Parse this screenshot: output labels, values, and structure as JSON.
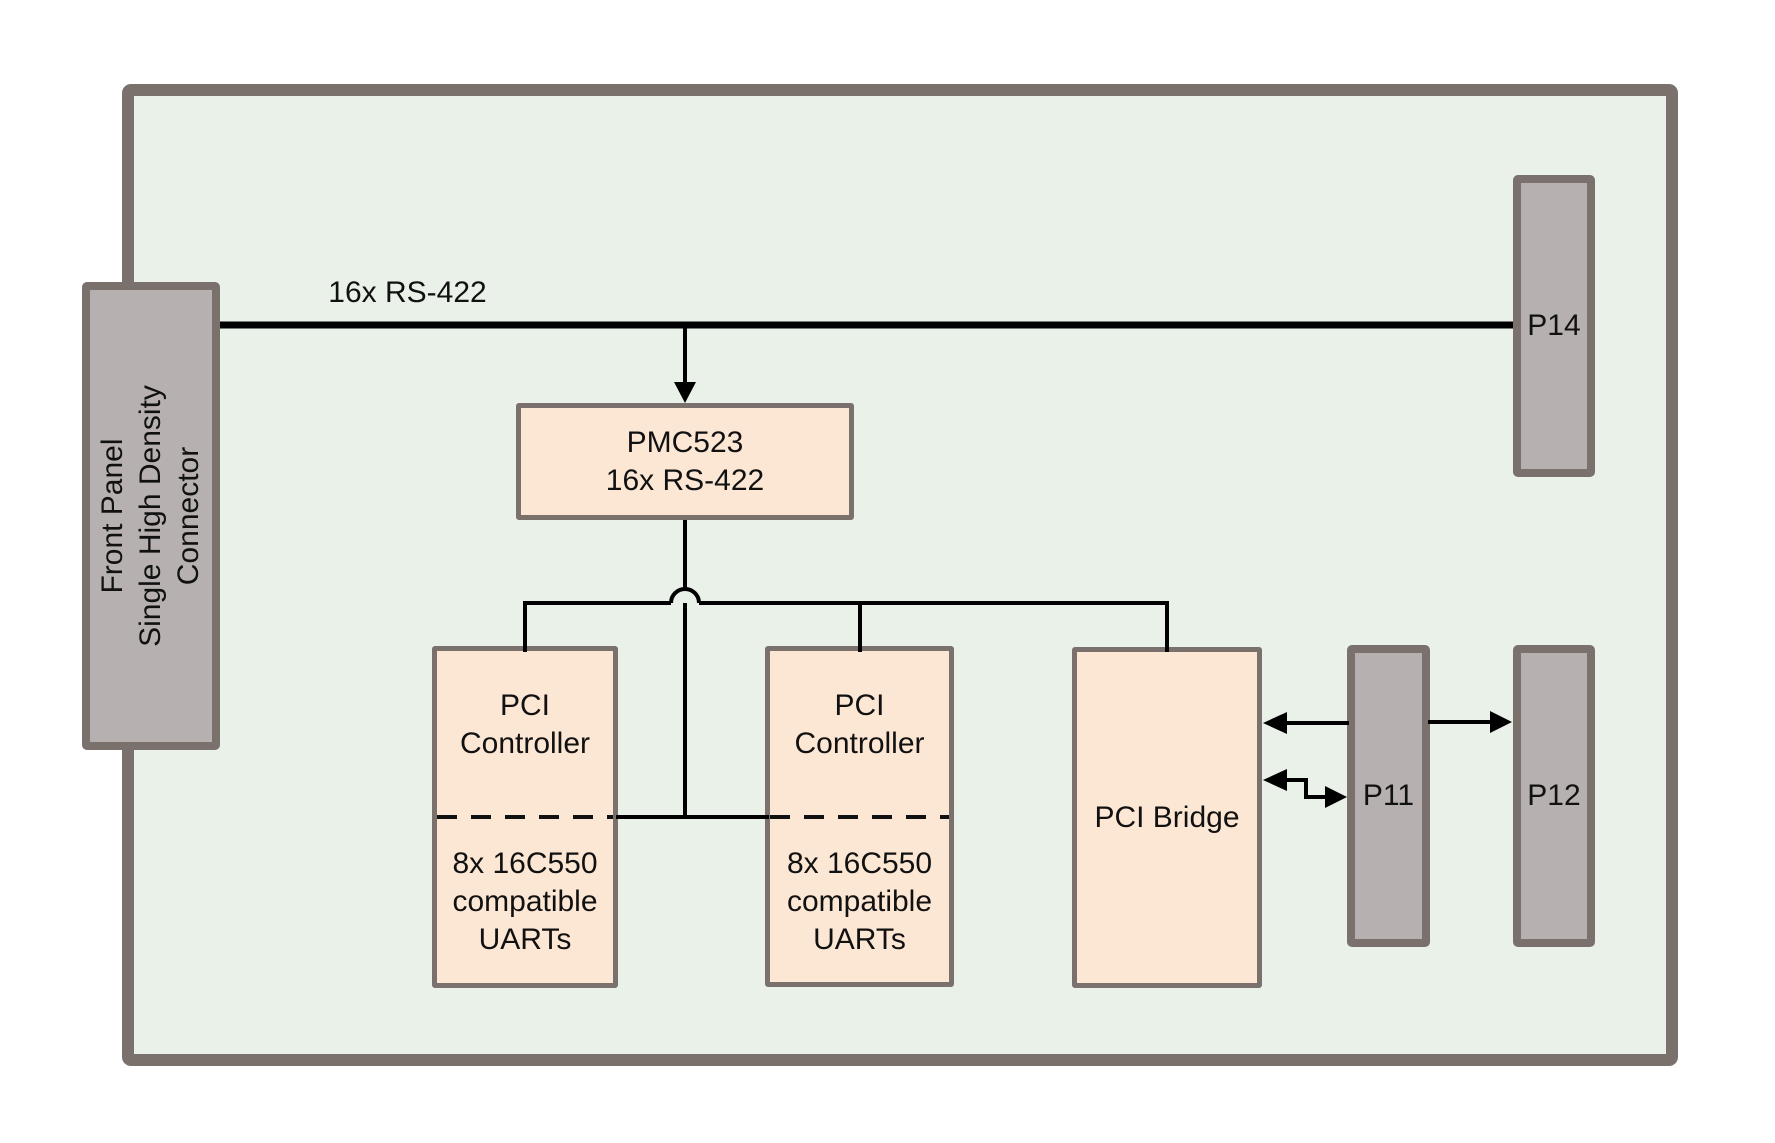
{
  "board": {
    "bus_label": "16x RS-422",
    "front_panel_connector": {
      "line1": "Front Panel",
      "line2": "Single High Density",
      "line3": "Connector"
    },
    "modules": {
      "pmc523": {
        "line1": "PMC523",
        "line2": "16x RS-422"
      },
      "pci_controller_1": {
        "top1": "PCI",
        "top2": "Controller",
        "bottom1": "8x 16C550",
        "bottom2": "compatible",
        "bottom3": "UARTs"
      },
      "pci_controller_2": {
        "top1": "PCI",
        "top2": "Controller",
        "bottom1": "8x 16C550",
        "bottom2": "compatible",
        "bottom3": "UARTs"
      },
      "pci_bridge": {
        "label": "PCI Bridge"
      }
    },
    "connectors": {
      "p14": "P14",
      "p11": "P11",
      "p12": "P12"
    },
    "colors": {
      "background": "#ffffff",
      "board_fill": "#e9f1e8",
      "board_border": "#7a716c",
      "module_fill": "#fce6d4",
      "module_border": "#7a716c",
      "connector_fill": "#b6b1b0",
      "wire": "#000000",
      "text": "#111111"
    }
  }
}
